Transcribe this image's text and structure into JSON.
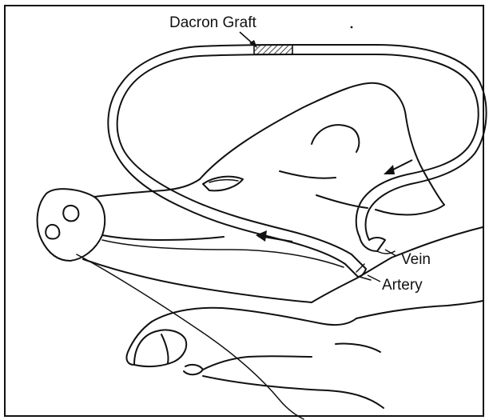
{
  "figure": {
    "labels": {
      "graft": "Dacron Graft",
      "vein": "Vein",
      "artery": "Artery"
    },
    "icons": [
      "flow-arrow-icon",
      "pointer-arrow-icon",
      "hatched-graft-segment"
    ]
  }
}
